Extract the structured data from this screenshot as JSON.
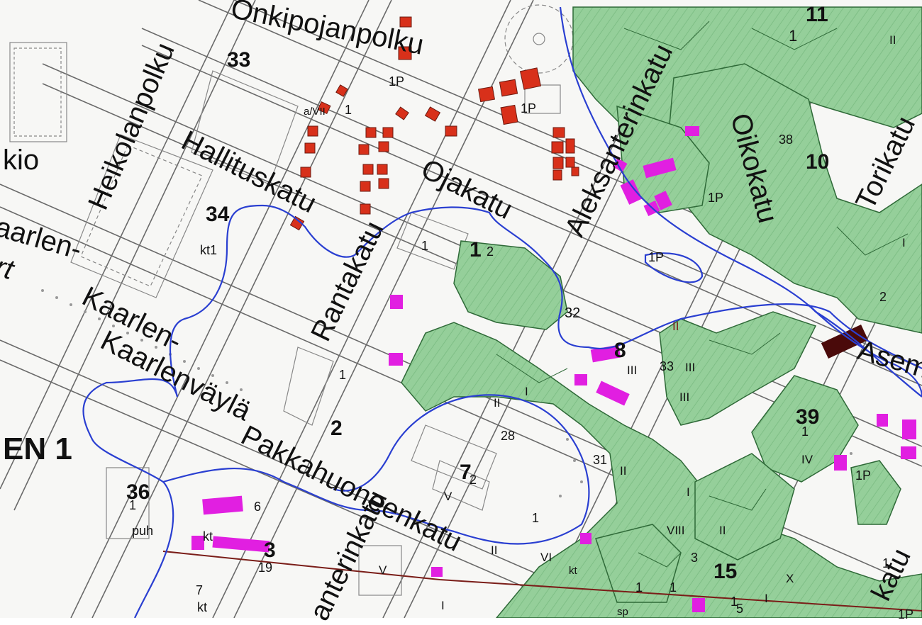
{
  "colors": {
    "green_area": "#95cf9a",
    "green_edge": "#2f6a38",
    "red_building": "#d8301a",
    "magenta_building": "#e11fe1",
    "blue_boundary": "#2a3fd1",
    "dark_marker": "#4a0a0a",
    "brown_line": "#7a1d18"
  },
  "streets": {
    "onkipojanpolku": "Onkipojanpolku",
    "heikolanpolku": "Heikolanpolku",
    "hallituskatu": "Hallituskatu",
    "ojakatu": "Ojakatu",
    "aleksanterinkatu": "Aleksanterinkatu",
    "oikokatu": "Oikokatu",
    "torikatu": "Torikatu",
    "rantakatu": "Rantakatu",
    "kaarlen": "Kaarlen-",
    "kaarlenvayla": "Kaarlenväylä",
    "pakkahuoneenkatu": "Pakkahuoneenkatu",
    "anterinkatu": "anterinkatu",
    "asema": "Asem",
    "katu": "katu",
    "kio": "kio",
    "en1": "EN 1",
    "arlen": "aarlen-",
    "rt": "rt"
  },
  "blocks": {
    "b33": "33",
    "b34": "34",
    "b11": "11",
    "b10": "10",
    "b32": "32",
    "b8": "8",
    "b2": "2",
    "b7": "7",
    "b39": "39",
    "b36": "36",
    "b3": "3",
    "b15": "15",
    "b1a": "1",
    "b1b": "1"
  },
  "labels": {
    "p1_top": "1P",
    "p1_mid": "1P",
    "p1_right": "1P",
    "p1_loop": "1P",
    "p1_39": "1P",
    "p1_edge": "1P",
    "avii": "a/VII",
    "one_a": "1",
    "one_b": "1",
    "one_c": "1",
    "one_d": "1",
    "one_e": "1",
    "one_f": "1",
    "one_g": "1",
    "one_h": "1",
    "one_i": "1",
    "one_j": "1",
    "two_a": "2",
    "two_b": "2",
    "two_c": "2",
    "kt1": "kt1",
    "n38": "38",
    "n28": "28",
    "n31": "31",
    "n33": "33",
    "n6": "6",
    "n19": "19",
    "n7": "7",
    "n3": "3",
    "n5": "5",
    "kt_a": "kt",
    "kt_b": "kt",
    "kt_c": "kt",
    "puh": "puh",
    "sp": "sp",
    "r_ii_a": "II",
    "r_ii_b": "II",
    "r_ii_c": "II",
    "r_ii_d": "II",
    "r_ii_e": "II",
    "r_ii_f": "II",
    "r_iii_a": "III",
    "r_iii_b": "III",
    "r_iii_c": "III",
    "r_iv": "IV",
    "r_v_a": "V",
    "r_v_b": "V",
    "r_vi": "VI",
    "r_viii": "VIII",
    "r_x": "X",
    "r_i_a": "I",
    "r_i_b": "I",
    "r_i_c": "I",
    "r_i_d": "I",
    "r_i_e": "I"
  }
}
